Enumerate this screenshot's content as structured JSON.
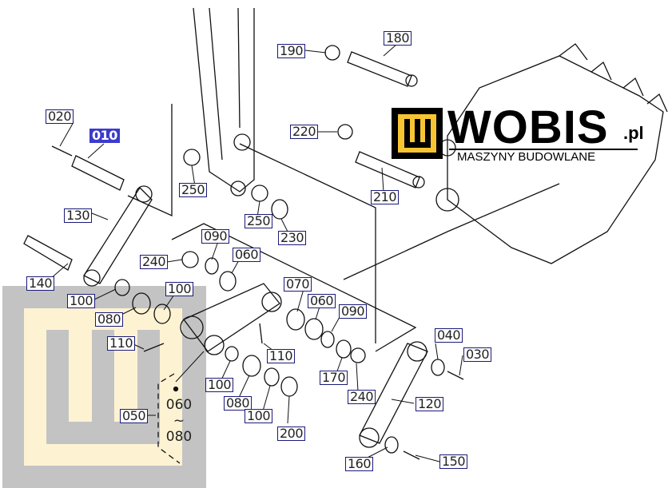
{
  "logo": {
    "brand": "WOBIS",
    "suffix": ".pl",
    "tagline": "MASZYNY BUDOWLANE"
  },
  "watermark": {
    "letter": "W"
  },
  "colors": {
    "label_border": "#1a1a7a",
    "highlight": "#3b3bcc",
    "watermark_gray": "#c3c3c3",
    "watermark_cream": "#fdf3d3",
    "logo_yellow": "#f7c531"
  },
  "labels": {
    "l020": "020",
    "l010": "010",
    "l130": "130",
    "l140": "140",
    "l100a": "100",
    "l080a": "080",
    "l100b": "100",
    "l110a": "110",
    "l050": "050",
    "l250a": "250",
    "l250b": "250",
    "l230": "230",
    "l240a": "240",
    "l090a": "090",
    "l060a": "060",
    "l070": "070",
    "l060b": "060",
    "l090b": "090",
    "l110b": "110",
    "l100c": "100",
    "l080b": "080",
    "l100d": "100",
    "l200": "200",
    "l170": "170",
    "l240b": "240",
    "l040": "040",
    "l030": "030",
    "l120": "120",
    "l160": "160",
    "l150": "150",
    "l190": "190",
    "l180": "180",
    "l220": "220",
    "l210": "210"
  },
  "range_note": {
    "from": "060",
    "tilde": "~",
    "to": "080"
  }
}
